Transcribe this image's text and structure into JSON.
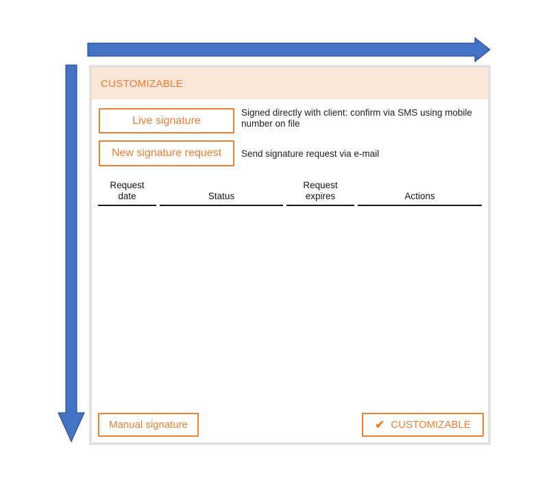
{
  "colors": {
    "accent_orange": "#ED7D31",
    "arrow_blue": "#4472C4",
    "arrow_blue_edge": "#2F528F",
    "header_bg": "#FBE5D6",
    "panel_border": "#E1E0DE"
  },
  "panel": {
    "header": {
      "title": "CUSTOMIZABLE"
    },
    "signature_options": [
      {
        "label": "Live signature",
        "description": "Signed directly with client: confirm via SMS using mobile number on file"
      },
      {
        "label": "New signature request",
        "description": "Send signature request via e-mail"
      }
    ],
    "requests_table": {
      "columns": [
        "Request date",
        "Status",
        "Request expires",
        "Actions"
      ],
      "rows": []
    },
    "footer": {
      "manual_label": "Manual signature",
      "customizable_label": "CUSTOMIZABLE",
      "check_icon": "✔"
    }
  },
  "annotations": {
    "arrows": [
      "arrow-right-top",
      "arrow-down-left",
      "arrow-left-header",
      "arrow-down-footer"
    ]
  }
}
